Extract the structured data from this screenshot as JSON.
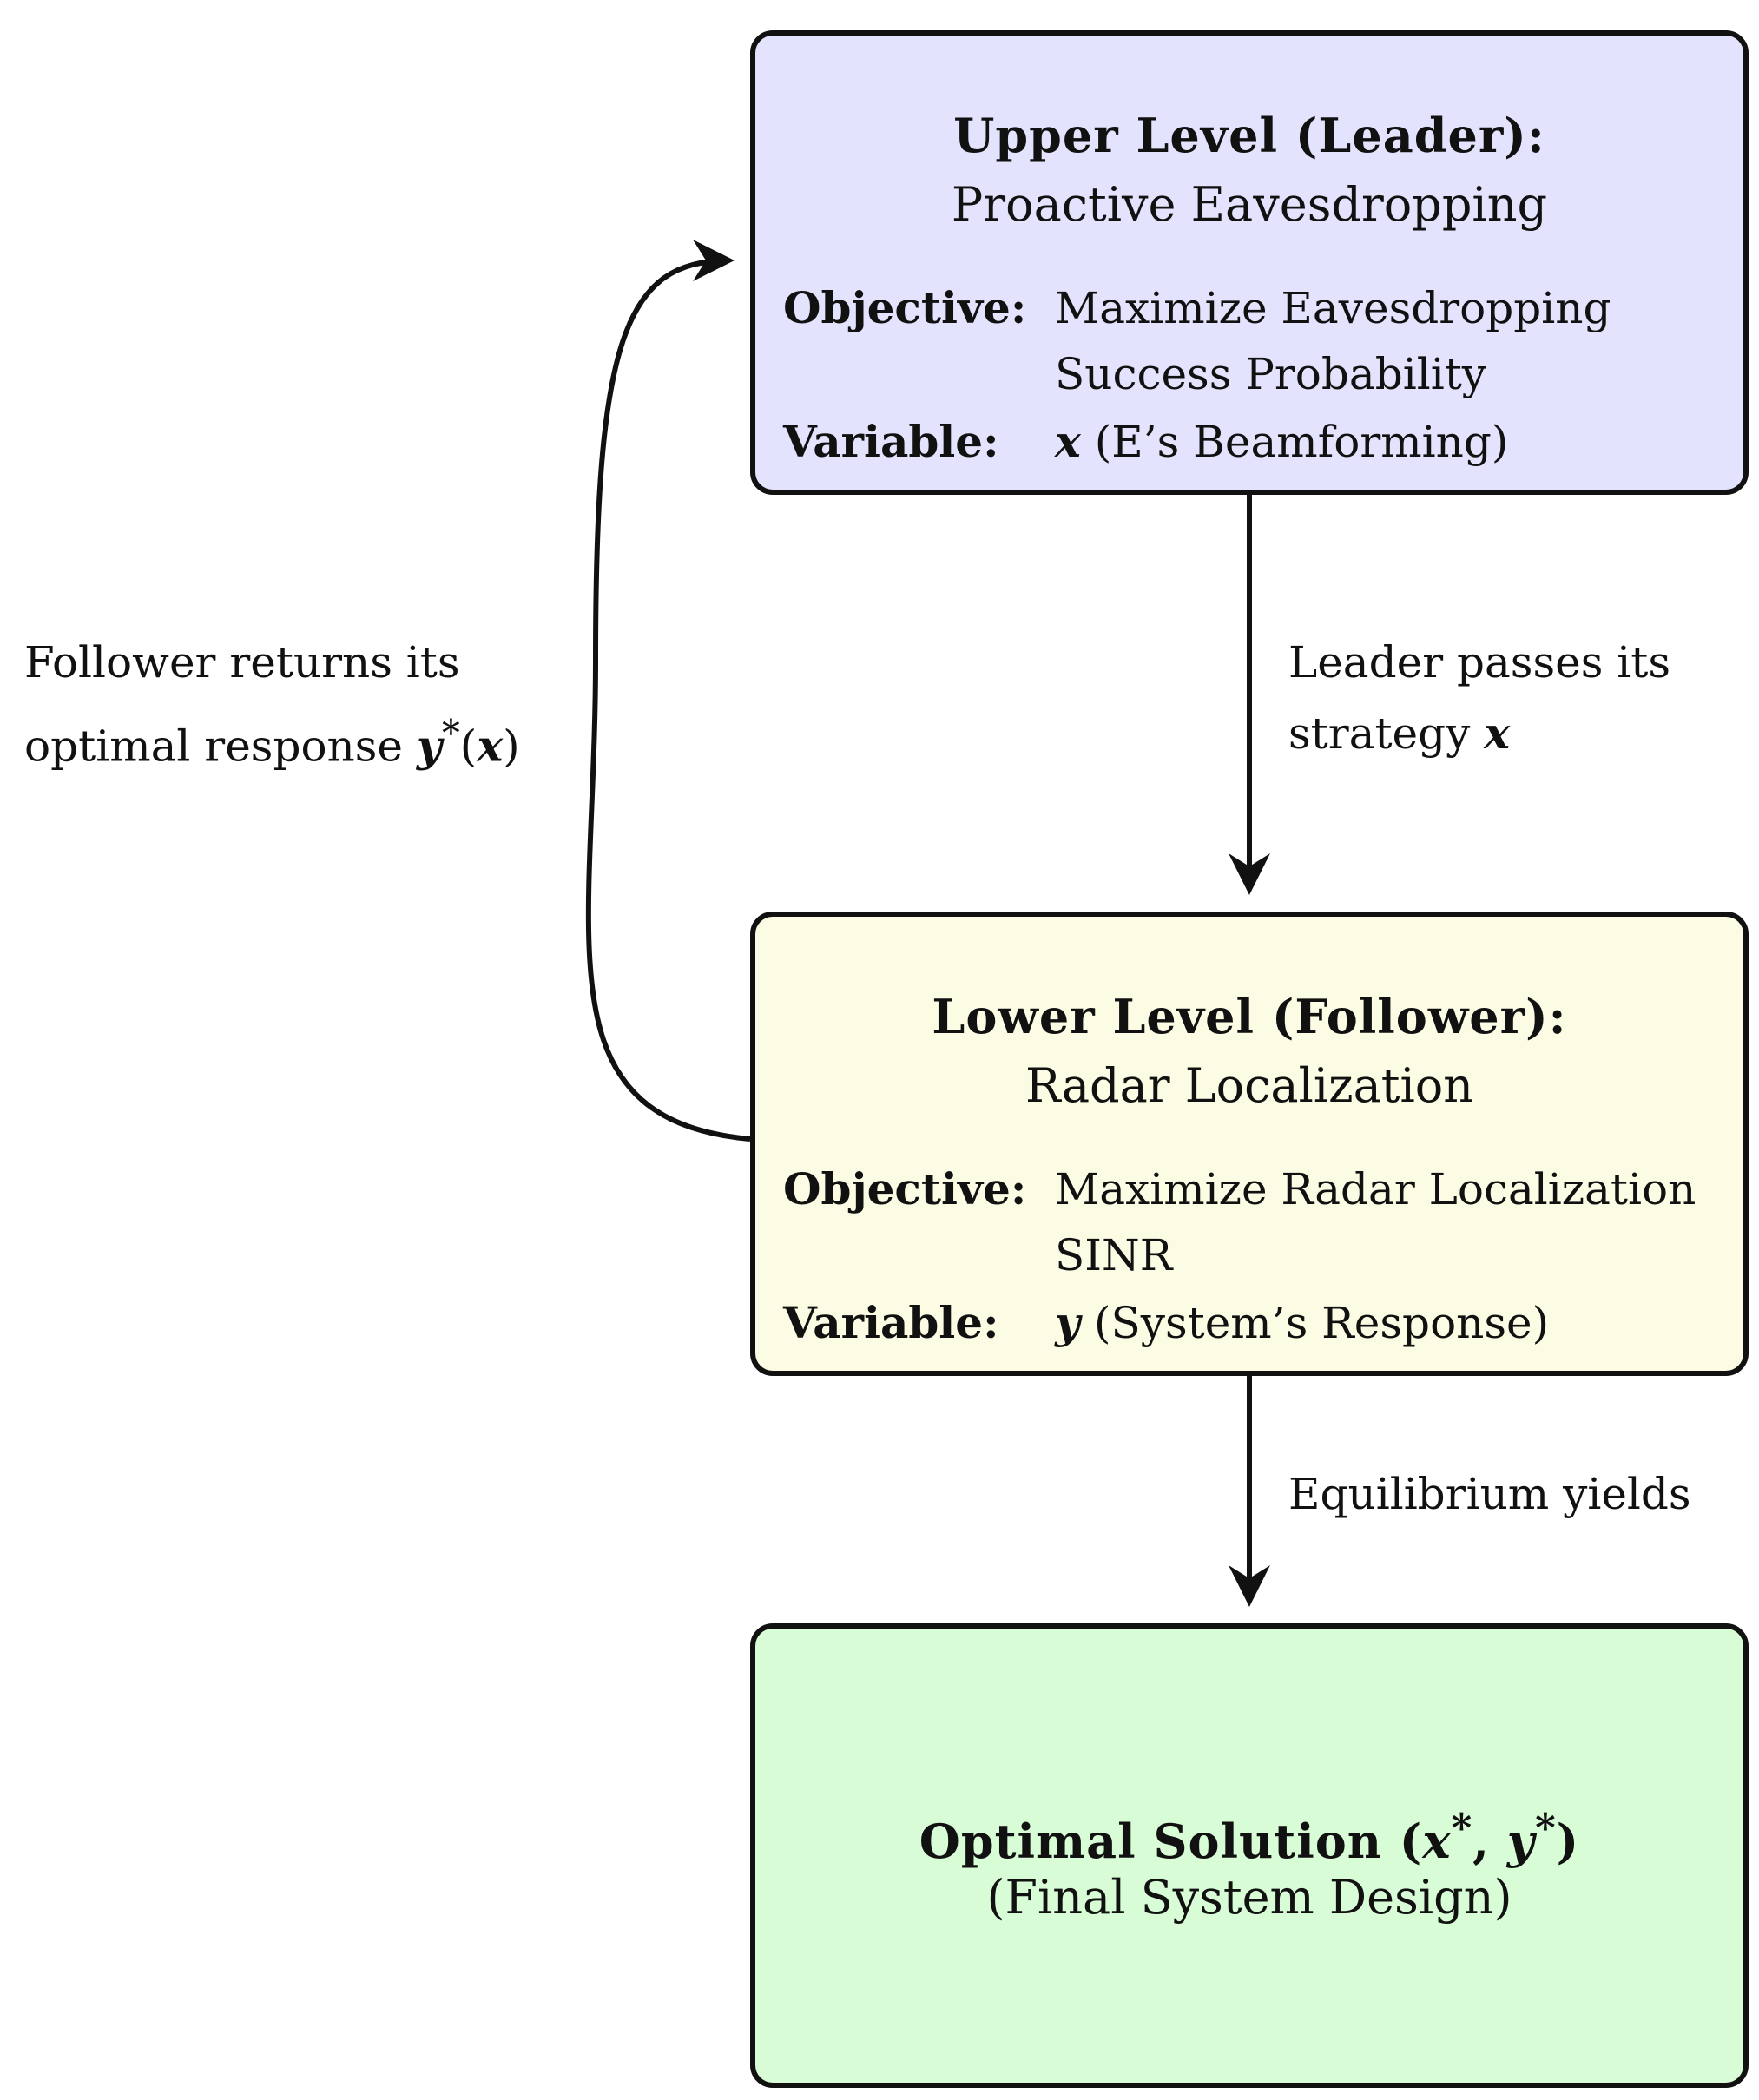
{
  "upper": {
    "title": "Upper Level (Leader):",
    "subtitle": "Proactive Eavesdropping",
    "objective_label": "Objective:",
    "objective_text": "Maximize Eavesdropping Success Probability",
    "variable_label": "Variable:",
    "variable_symbol": "x",
    "variable_text": " (E’s Beamforming)",
    "fill_color": "#e3e3fd"
  },
  "lower": {
    "title": "Lower Level (Follower):",
    "subtitle": "Radar Localization",
    "objective_label": "Objective:",
    "objective_text": "Maximize Radar Localization SINR",
    "variable_label": "Variable:",
    "variable_symbol": "y",
    "variable_text": " (System’s Response)",
    "fill_color": "#fcfbe3"
  },
  "result": {
    "title_text": "Optimal Solution (",
    "title_x": "x",
    "title_sep": ", ",
    "title_y": "y",
    "star": "*",
    "title_close": ")",
    "subtitle": "(Final System Design)",
    "fill_color": "#d8fcd6"
  },
  "edges": {
    "follower_line1": "Follower returns its",
    "follower_line2_text": "optimal response ",
    "follower_y": "y",
    "follower_star": "*",
    "follower_open": "(",
    "follower_x": "x",
    "follower_close": ")",
    "leader_line1": "Leader passes its",
    "leader_line2_text": "strategy ",
    "leader_x": "x",
    "equilibrium": "Equilibrium yields"
  },
  "colors": {
    "stroke": "#111111"
  }
}
